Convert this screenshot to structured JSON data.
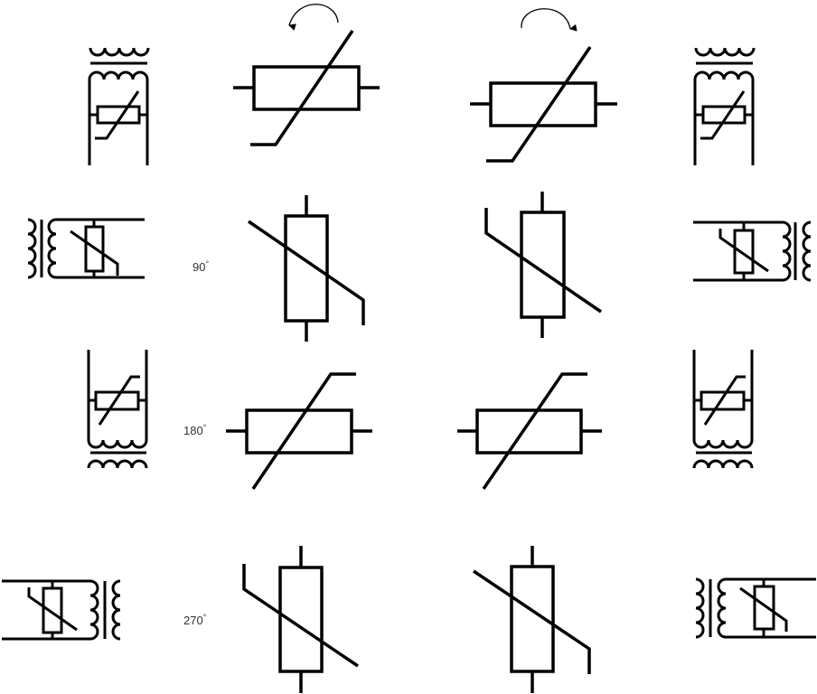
{
  "labels": {
    "rot90": "90",
    "rot180": "180",
    "rot270": "270",
    "degree": "°"
  },
  "colors": {
    "stroke": "#000000",
    "background": "#ffffff"
  }
}
